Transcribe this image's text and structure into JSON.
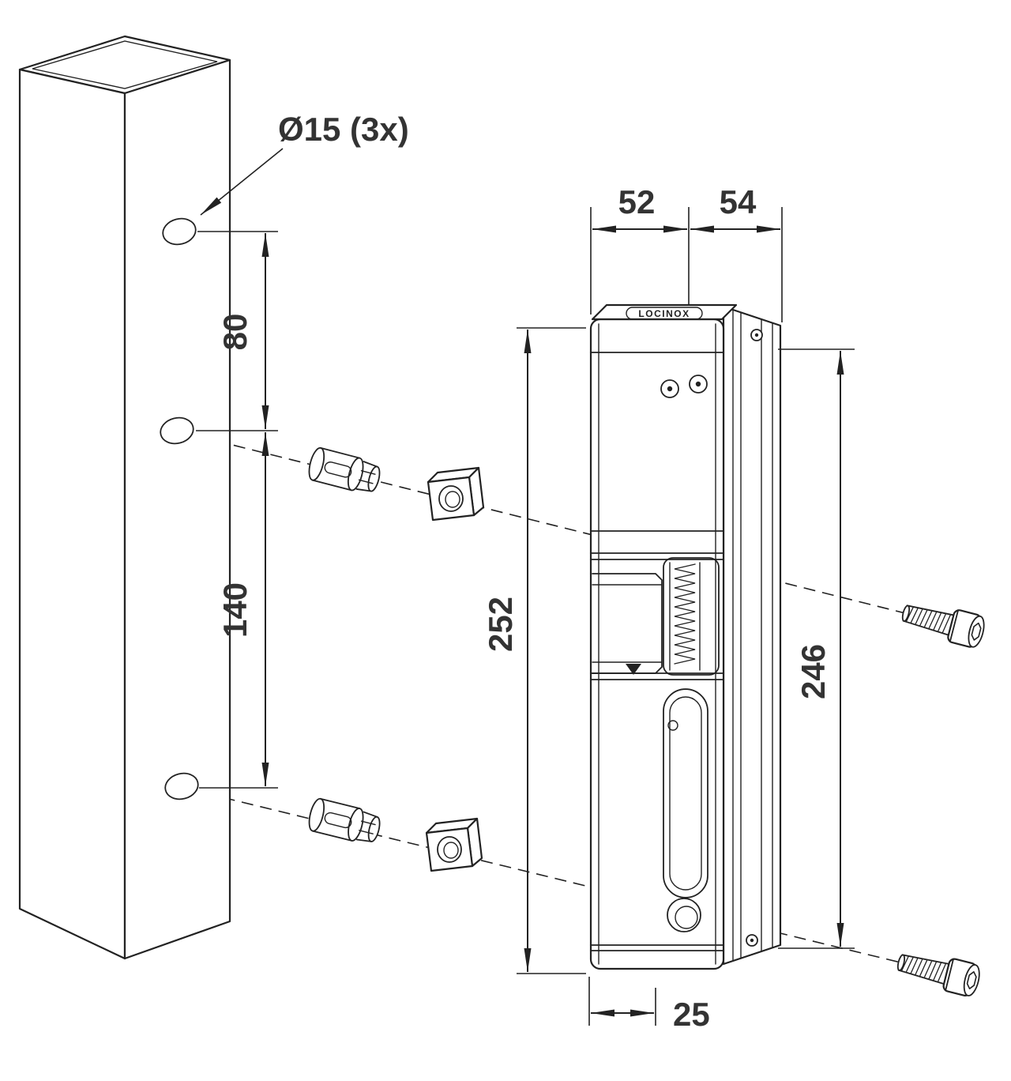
{
  "drawing": {
    "type": "lock-installation-technical-drawing",
    "background": "#ffffff",
    "line_color": "#222222",
    "text_color": "#333333",
    "labels": {
      "hole_callout": "Ø15 (3x)",
      "dim_hole_spacing_upper": "80",
      "dim_hole_spacing_lower": "140",
      "dim_lock_height": "252",
      "dim_lock_width": "52",
      "dim_profile_width": "54",
      "dim_profile_height": "246",
      "dim_bottom_offset": "25",
      "brand": "LOCINOX"
    }
  }
}
